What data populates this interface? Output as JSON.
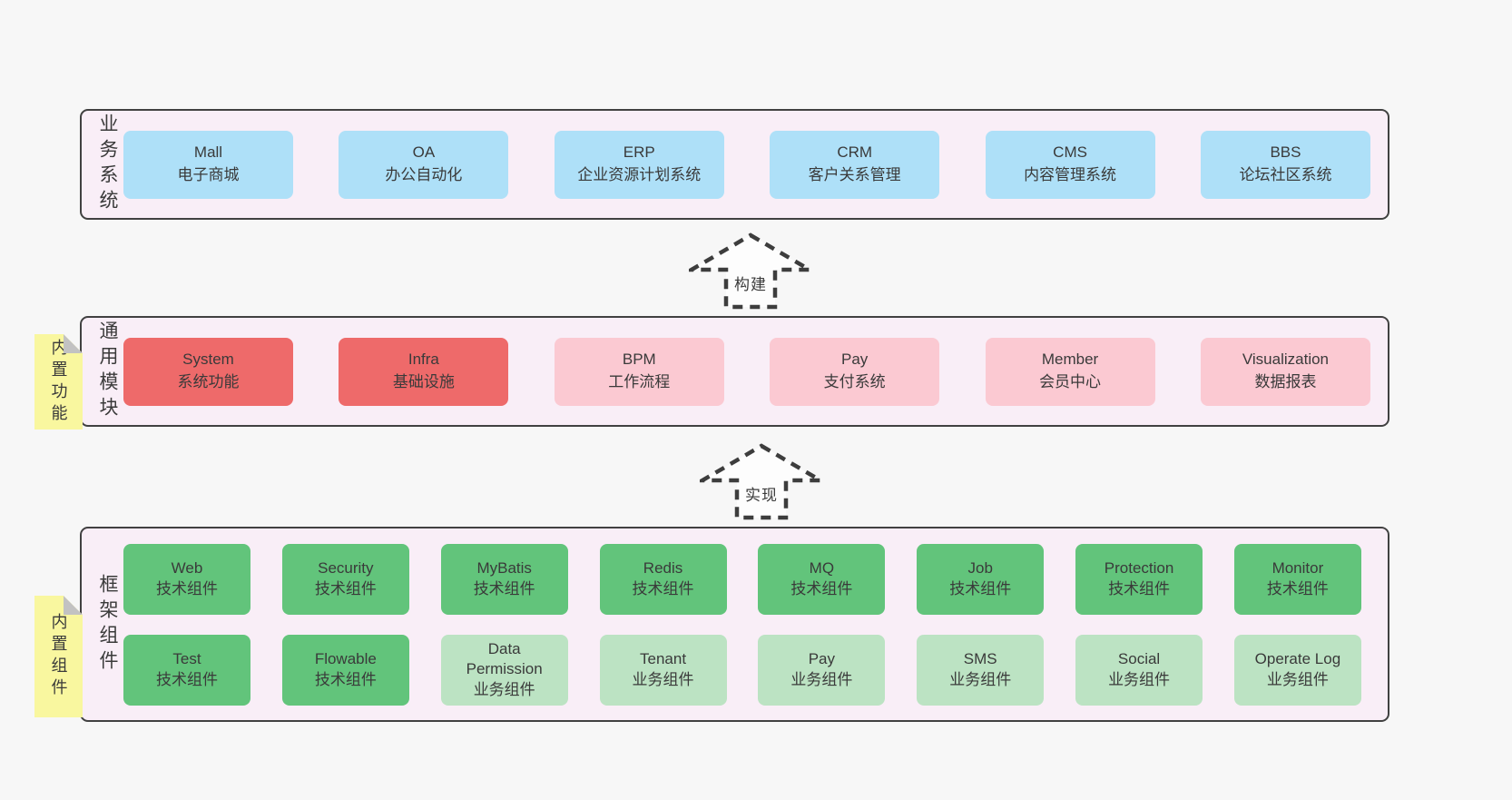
{
  "colors": {
    "page_bg": "#f7f7f7",
    "band_bg": "#f9eef7",
    "band_border": "#414141",
    "blue_box": "#aee0f8",
    "red_box": "#ee6a6a",
    "pink_box": "#fbc9d2",
    "green_box": "#62c47b",
    "light_green_box": "#bce3c3",
    "sticky_yellow": "#f9f79f",
    "sticky_fold_gray": "#c2c2c2",
    "text": "#3a3a3a"
  },
  "arrows": [
    {
      "label": "构建"
    },
    {
      "label": "实现"
    }
  ],
  "bands": [
    {
      "label": "业务系统",
      "items": [
        {
          "title": "Mall",
          "subtitle": "电子商城"
        },
        {
          "title": "OA",
          "subtitle": "办公自动化"
        },
        {
          "title": "ERP",
          "subtitle": "企业资源计划系统"
        },
        {
          "title": "CRM",
          "subtitle": "客户关系管理"
        },
        {
          "title": "CMS",
          "subtitle": "内容管理系统"
        },
        {
          "title": "BBS",
          "subtitle": "论坛社区系统"
        }
      ]
    },
    {
      "label": "通用模块",
      "sticky": "内置功能",
      "items": [
        {
          "title": "System",
          "subtitle": "系统功能"
        },
        {
          "title": "Infra",
          "subtitle": "基础设施"
        },
        {
          "title": "BPM",
          "subtitle": "工作流程"
        },
        {
          "title": "Pay",
          "subtitle": "支付系统"
        },
        {
          "title": "Member",
          "subtitle": "会员中心"
        },
        {
          "title": "Visualization",
          "subtitle": "数据报表"
        }
      ]
    },
    {
      "label": "框架组件",
      "sticky": "内置组件",
      "rows": [
        [
          {
            "title": "Web",
            "subtitle": "技术组件"
          },
          {
            "title": "Security",
            "subtitle": "技术组件"
          },
          {
            "title": "MyBatis",
            "subtitle": "技术组件"
          },
          {
            "title": "Redis",
            "subtitle": "技术组件"
          },
          {
            "title": "MQ",
            "subtitle": "技术组件"
          },
          {
            "title": "Job",
            "subtitle": "技术组件"
          },
          {
            "title": "Protection",
            "subtitle": "技术组件"
          },
          {
            "title": "Monitor",
            "subtitle": "技术组件"
          }
        ],
        [
          {
            "title": "Test",
            "subtitle": "技术组件"
          },
          {
            "title": "Flowable",
            "subtitle": "技术组件"
          },
          {
            "title": "Data Permission",
            "subtitle": "业务组件"
          },
          {
            "title": "Tenant",
            "subtitle": "业务组件"
          },
          {
            "title": "Pay",
            "subtitle": "业务组件"
          },
          {
            "title": "SMS",
            "subtitle": "业务组件"
          },
          {
            "title": "Social",
            "subtitle": "业务组件"
          },
          {
            "title": "Operate Log",
            "subtitle": "业务组件"
          }
        ]
      ]
    }
  ]
}
